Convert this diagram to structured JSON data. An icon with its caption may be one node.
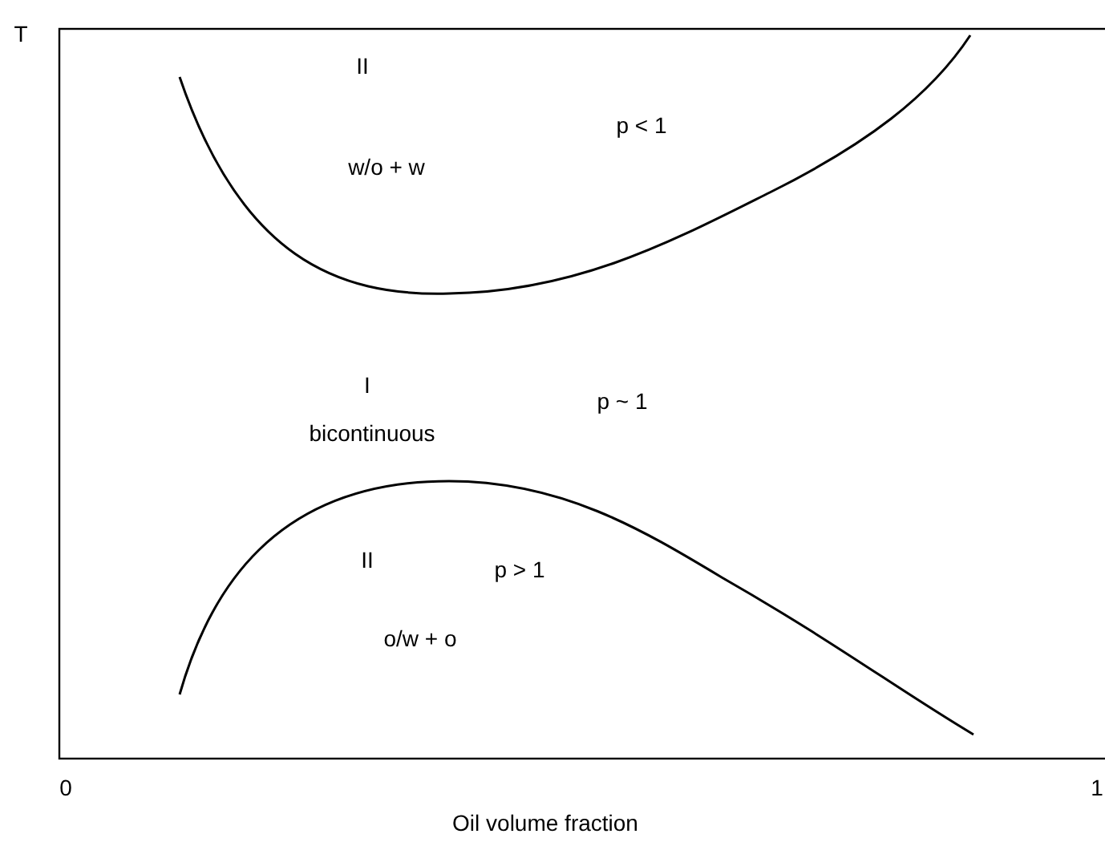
{
  "diagram": {
    "labels": [
      "T",
      "II",
      "w/o + w",
      "p < 1",
      "I",
      "bicontinuous",
      "p ~ 1",
      "II",
      "p > 1",
      "o/w + o",
      "0",
      "1",
      "Oil volume fraction"
    ]
  }
}
